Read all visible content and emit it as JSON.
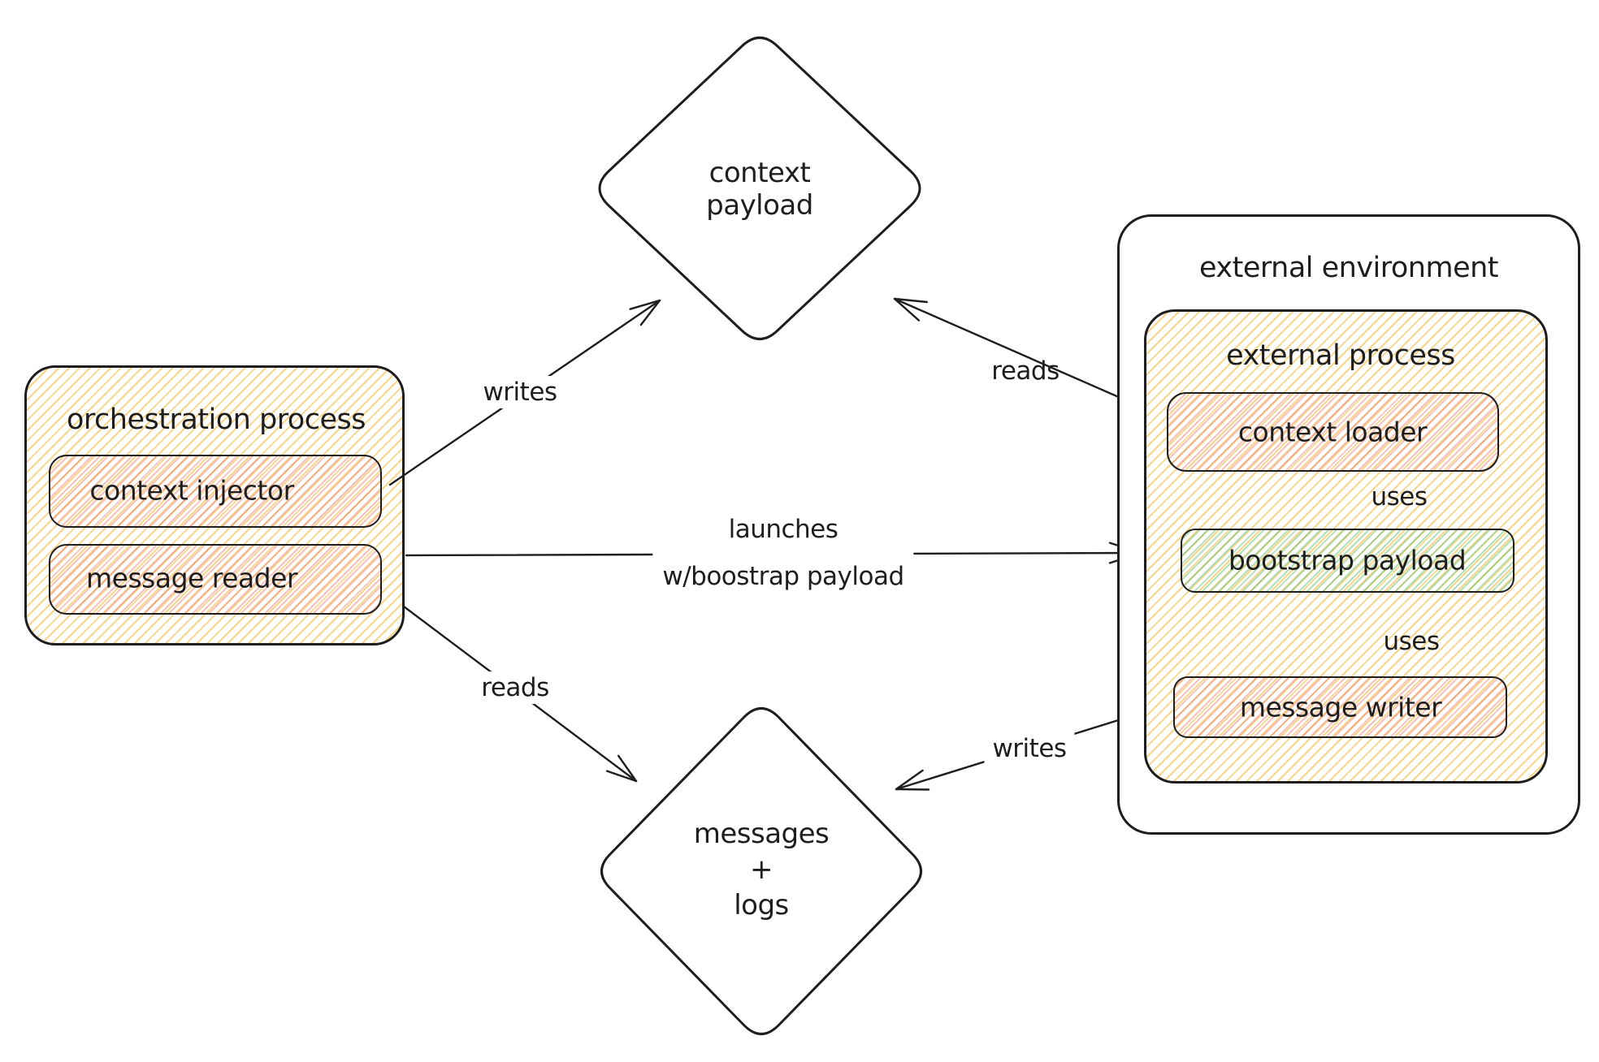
{
  "canvas": {
    "background": "#ffffff",
    "stroke_color": "#1e1e1e",
    "hachure_yellow": "#f2b93c",
    "hachure_pink": "#ec6e64",
    "hachure_green": "#5fbe6e"
  },
  "nodes": {
    "context_payload": {
      "lines": [
        "context",
        "payload"
      ]
    },
    "messages_logs": {
      "lines": [
        "messages",
        "+",
        "logs"
      ]
    },
    "orchestration_process": {
      "title": "orchestration process",
      "children": [
        {
          "label": "context injector"
        },
        {
          "label": "message reader"
        }
      ]
    },
    "external_environment": {
      "title": "external environment",
      "external_process": {
        "title": "external process",
        "children": [
          {
            "label": "context loader"
          },
          {
            "label": "bootstrap payload"
          },
          {
            "label": "message writer"
          }
        ]
      }
    }
  },
  "edges": {
    "writes_top": {
      "label": "writes"
    },
    "reads_top": {
      "label": "reads"
    },
    "launches": {
      "label_lines": [
        "launches",
        "w/boostrap payload"
      ]
    },
    "reads_bottom": {
      "label": "reads"
    },
    "writes_bottom": {
      "label": "writes"
    },
    "uses_top": {
      "label": "uses"
    },
    "uses_bottom": {
      "label": "uses"
    }
  }
}
